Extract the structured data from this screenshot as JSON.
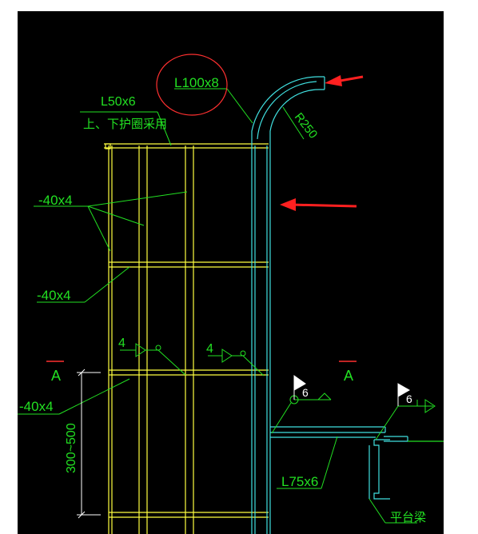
{
  "drawing": {
    "labels": {
      "angle_top": "L100x8",
      "angle_rail": "L50x6",
      "rail_note": "上、下护圈采用",
      "flat_bar_1": "-40x4",
      "flat_bar_2": "-40x4",
      "flat_bar_3": "-40x4",
      "radius": "R250",
      "weld_size_1": "4",
      "weld_size_2": "4",
      "weld_size_3": "6",
      "weld_size_4": "6",
      "section_left": "A",
      "section_right": "A",
      "spacing_dim": "300~500",
      "angle_bottom": "L75x6",
      "platform_beam": "平台梁"
    },
    "colors": {
      "background": "#000000",
      "structure": "#ffff40",
      "ladder_rail": "#40e0e0",
      "annotation": "#22e022",
      "highlight": "#ff3030",
      "dimension": "#ffffff"
    }
  }
}
